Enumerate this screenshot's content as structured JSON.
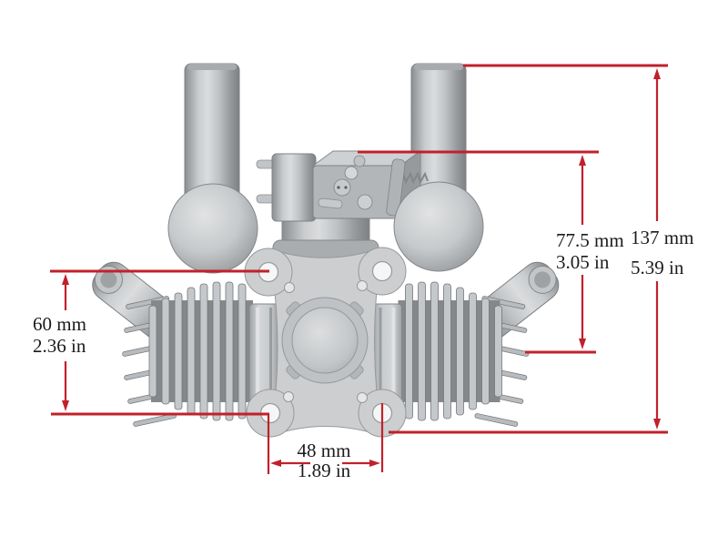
{
  "diagram": {
    "type": "engine-dimension-drawing",
    "dimensions": {
      "height_overall": {
        "metric": "137 mm",
        "imperial": "5.39 in"
      },
      "height_to_carburetor": {
        "metric": "77.5 mm",
        "imperial": "3.05 in"
      },
      "mount_hole_spacing_vertical": {
        "metric": "60 mm",
        "imperial": "2.36 in"
      },
      "mount_hole_spacing_horizontal": {
        "metric": "48 mm",
        "imperial": "1.89 in"
      }
    }
  },
  "colors": {
    "background": "#ffffff",
    "dimension_red": "#c1212b",
    "label_text": "#1b1b1b",
    "engine_gray_light": "#d8dadc",
    "engine_gray_mid": "#b7babc",
    "engine_gray_dark": "#8c8f92"
  }
}
